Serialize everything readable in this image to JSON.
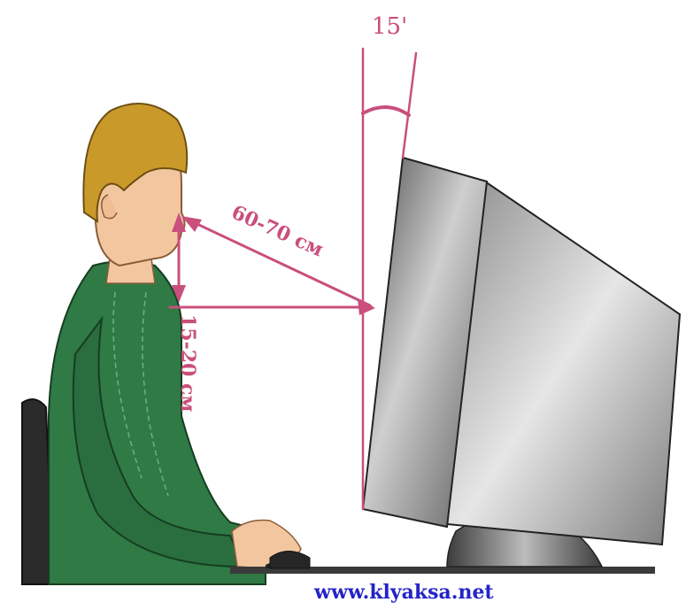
{
  "diagram": {
    "labels": {
      "tilt_angle": "15'",
      "eye_to_screen_distance": "60-70 см",
      "eye_height_offset": "15-20 см",
      "watermark": "www.klyaksa.net"
    },
    "colors": {
      "annotation": "#c94f7c",
      "shirt": "#2f7a45",
      "hair": "#c99a2a",
      "skin": "#f2c7a0",
      "monitor_dark": "#5b5b5b",
      "monitor_light": "#cfcfcf",
      "watermark": "#2424c8"
    },
    "icons": [
      "person-figure",
      "monitor-illustration",
      "chair-illustration",
      "mouse-illustration"
    ]
  }
}
